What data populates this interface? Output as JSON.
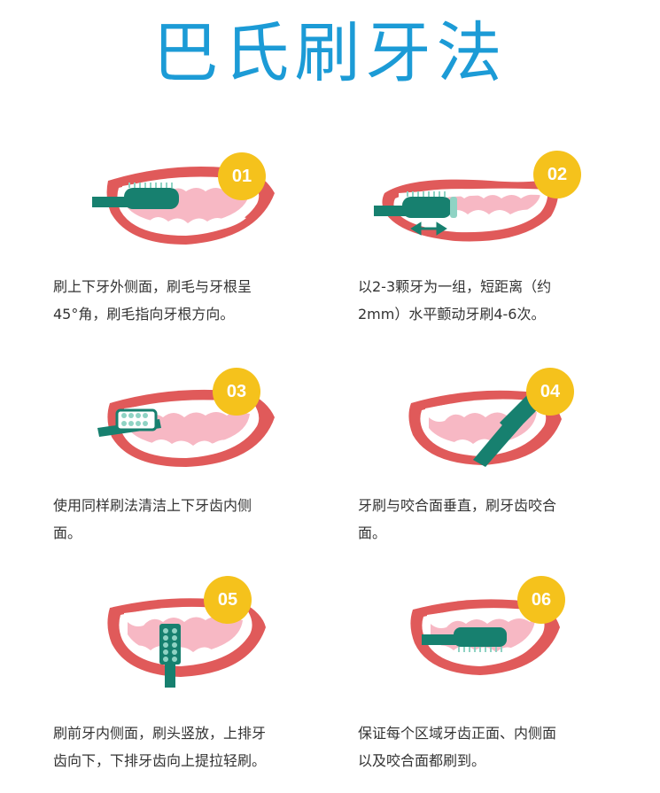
{
  "title": "巴氏刷牙法",
  "steps": [
    {
      "number": "01",
      "lines": [
        "刷上下牙外侧面，刷毛与牙根呈",
        "45°角，刷毛指向牙根方向。"
      ]
    },
    {
      "number": "02",
      "lines": [
        "以2-3颗牙为一组，短距离（约",
        "2mm）水平颤动牙刷4-6次。"
      ]
    },
    {
      "number": "03",
      "lines": [
        "使用同样刷法清洁上下牙齿内侧",
        "面。"
      ]
    },
    {
      "number": "04",
      "lines": [
        "牙刷与咬合面垂直，刷牙齿咬合",
        "面。"
      ]
    },
    {
      "number": "05",
      "lines": [
        "刷前牙内侧面，刷头竖放，上排牙",
        "齿向下，下排牙齿向上提拉轻刷。"
      ]
    },
    {
      "number": "06",
      "lines": [
        "保证每个区域牙齿正面、内侧面",
        "以及咬合面都刷到。"
      ]
    }
  ],
  "colors": {
    "title": "#1c9bd6",
    "badge": "#f5c21c",
    "lip": "#e05a5a",
    "gum": "#f7b8c4",
    "brush": "#17806f"
  },
  "icons": [
    "mouth-illustration",
    "toothbrush-icon",
    "double-arrow-icon"
  ]
}
